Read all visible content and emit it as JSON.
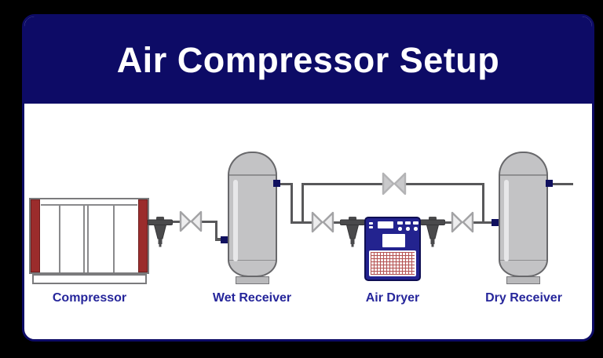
{
  "header": {
    "title": "Air Compressor Setup"
  },
  "diagram": {
    "components": [
      {
        "id": "compressor",
        "label": "Compressor"
      },
      {
        "id": "wet-receiver",
        "label": "Wet Receiver"
      },
      {
        "id": "air-dryer",
        "label": "Air Dryer"
      },
      {
        "id": "dry-receiver",
        "label": "Dry Receiver"
      }
    ],
    "icons": {
      "valve": "gate-valve-bowtie",
      "filter": "inline-filter-trap",
      "connector": "pipe-connection-block"
    },
    "colors": {
      "background": "#000000",
      "header_navy": "#0d0b66",
      "card_white": "#ffffff",
      "label_navy": "#26269b",
      "tank_gray": "#c3c3c5",
      "pipe_gray": "#58585a",
      "valve_gray": "#a3a3a5",
      "filter_gray": "#4a4a4c",
      "compressor_red": "#9b2c2c",
      "dryer_navy": "#23238f",
      "grille_red": "#b45454",
      "connector_navy": "#10105f"
    }
  }
}
